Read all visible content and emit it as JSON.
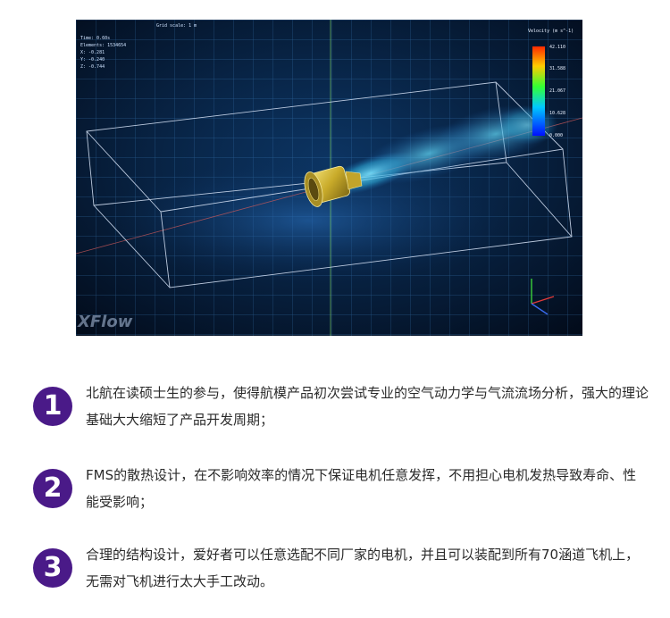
{
  "simulation": {
    "hud": {
      "grid_scale": "Grid scale:   1 m",
      "time": "Time: 0.60s",
      "elements": "Elements: 1534654",
      "x": "X: -0.281",
      "y": "Y: -0.240",
      "z": "Z: -0.744"
    },
    "legend": {
      "title": "Velocity (m s^-1)",
      "ticks": [
        "42.110",
        "31.588",
        "21.067",
        "10.628",
        "0.000"
      ]
    },
    "watermark": "XFlow",
    "colors": {
      "background": "#06142c",
      "grid": "#4a8fcf",
      "box_outline": "#c9d8ee",
      "flow": "#3cc6e8",
      "motor": "#d6c23a"
    }
  },
  "features": [
    {
      "number": "1",
      "text": "北航在读硕士生的参与，使得航模产品初次尝试专业的空气动力学与气流流场分析，强大的理论基础大大缩短了产品开发周期；"
    },
    {
      "number": "2",
      "text": "FMS的散热设计，在不影响效率的情况下保证电机任意发挥，不用担心电机发热导致寿命、性能受影响；"
    },
    {
      "number": "3",
      "text": "合理的结构设计，爱好者可以任意选配不同厂家的电机，并且可以装配到所有70涵道飞机上，无需对飞机进行太大手工改动。"
    }
  ],
  "badge_color": "#4a1a88"
}
